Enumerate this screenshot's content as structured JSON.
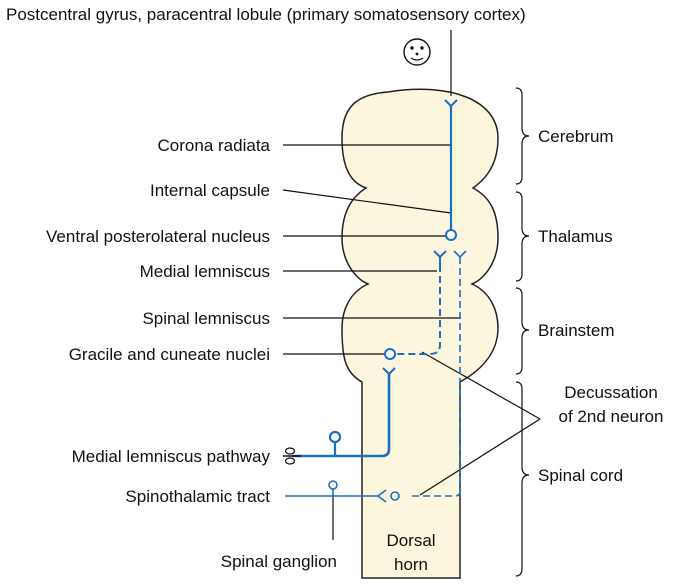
{
  "title": "Postcentral gyrus, paracentral lobule (primary somatosensory cortex)",
  "labels": {
    "corona_radiata": "Corona radiata",
    "internal_capsule": "Internal capsule",
    "ventral_posterolateral_nucleus": "Ventral posterolateral nucleus",
    "medial_lemniscus": "Medial lemniscus",
    "spinal_lemniscus": "Spinal lemniscus",
    "gracile_cuneate_nuclei": "Gracile and cuneate nuclei",
    "medial_lemniscus_pathway": "Medial lemniscus pathway",
    "spinothalamic_tract": "Spinothalamic tract",
    "spinal_ganglion": "Spinal ganglion",
    "dorsal_horn_line1": "Dorsal",
    "dorsal_horn_line2": "horn"
  },
  "regions": {
    "cerebrum": "Cerebrum",
    "thalamus": "Thalamus",
    "brainstem": "Brainstem",
    "spinal_cord": "Spinal cord"
  },
  "decussation": {
    "line1": "Decussation",
    "line2": "of 2nd neuron"
  },
  "colors": {
    "pathway": "#1a6fc0",
    "body_fill": "#fbf6dd",
    "body_stroke": "#222222",
    "text": "#111111"
  },
  "icons": [
    "face-icon"
  ]
}
